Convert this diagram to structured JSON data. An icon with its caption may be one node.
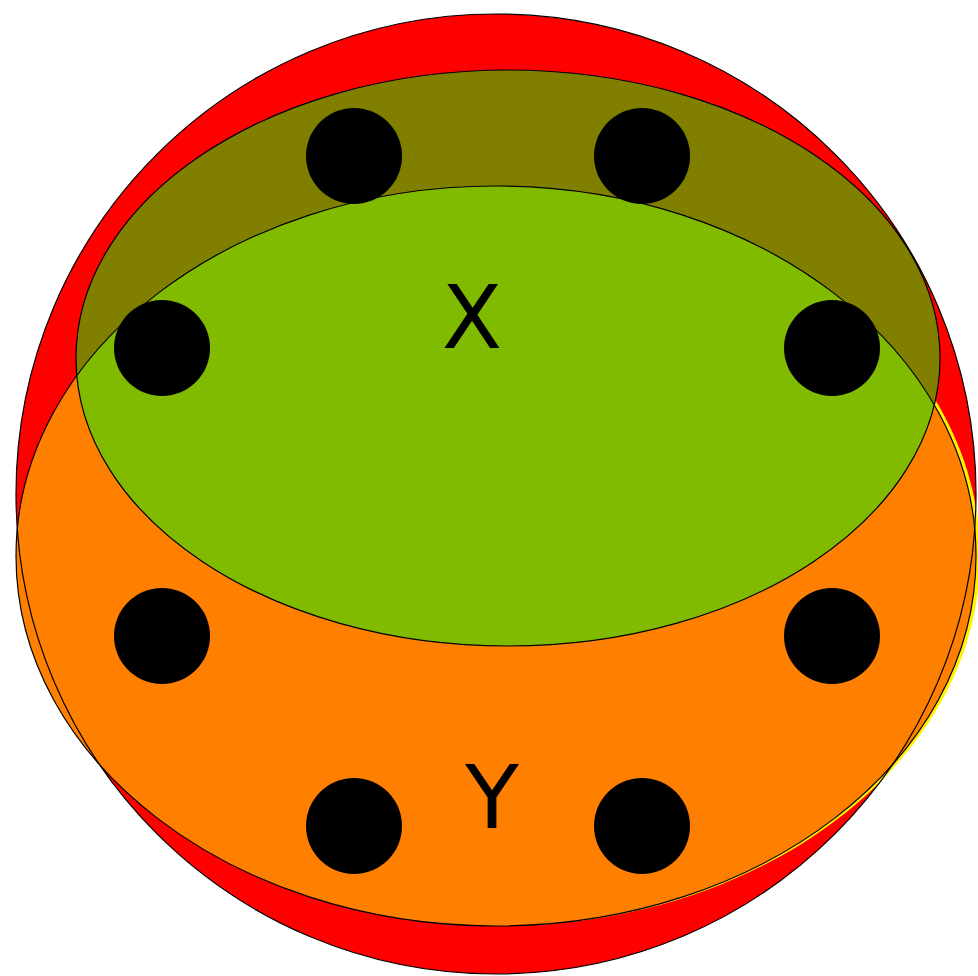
{
  "diagram": {
    "nodes": [
      {
        "text": [],
        "shape": "circle"
      },
      {
        "text": [
          "X"
        ],
        "in": 0
      },
      {
        "text": [
          "Y"
        ],
        "in": 0
      }
    ]
  }
}
